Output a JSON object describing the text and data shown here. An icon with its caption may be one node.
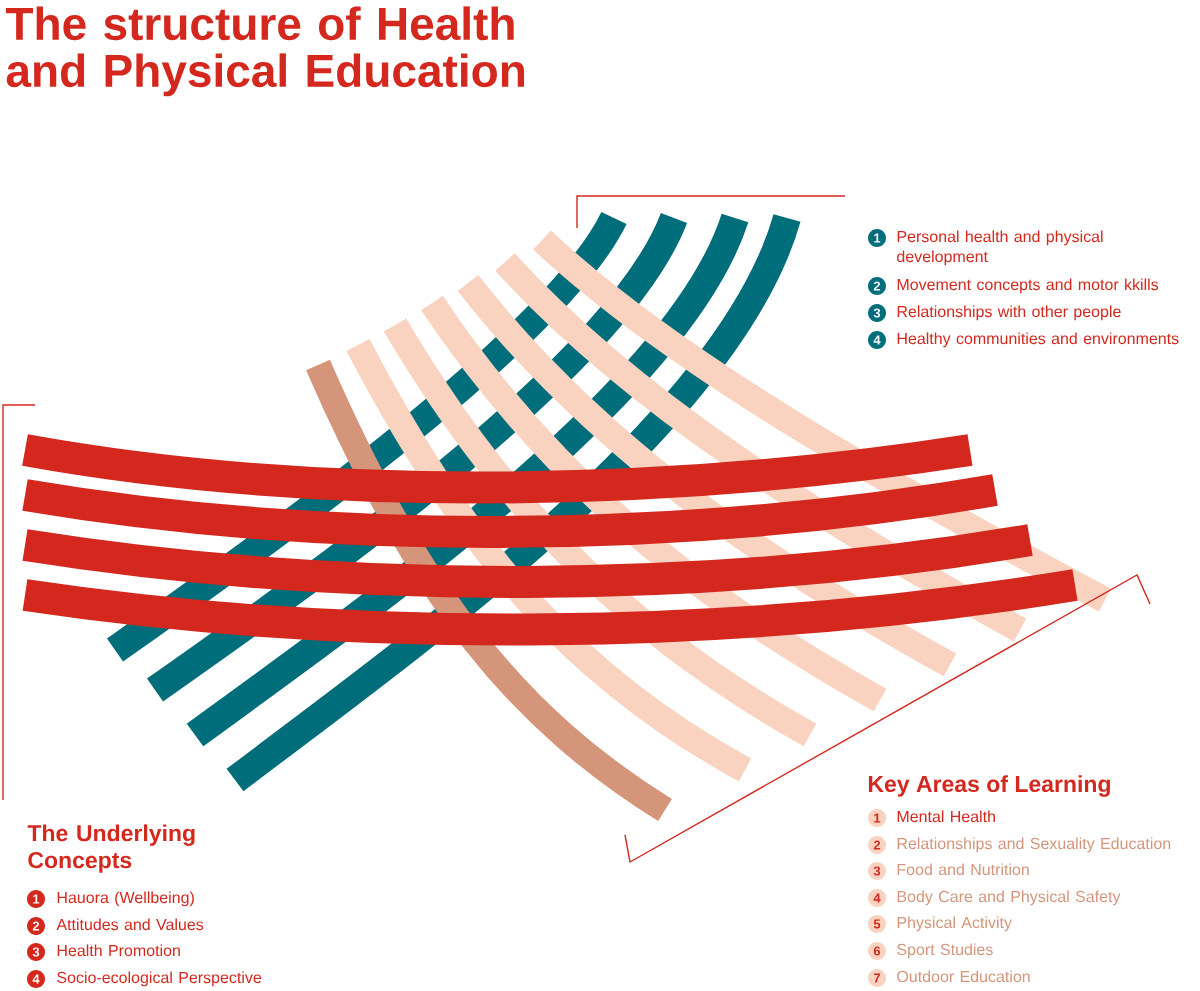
{
  "diagram": {
    "title": "The structure of Health and Physical Education",
    "labels": [
      "1",
      "Personal health and physical development",
      "2",
      "Movement concepts and motor kkills",
      "3",
      "Relationships with other people",
      "4",
      "Healthy communities and environments",
      "Key Areas of Learning",
      "1",
      "Mental Health",
      "2",
      "Relationships and Sexuality Education",
      "3",
      "Food and Nutrition",
      "4",
      "Body Care and Physical Safety",
      "5",
      "Physical Activity",
      "6",
      "Sport Studies",
      "7",
      "Outdoor Education",
      "The Underlying Concepts",
      "1",
      "Hauora (Wellbeing)",
      "2",
      "Attitudes and Values",
      "3",
      "Health Promotion",
      "4",
      "Socio-ecological Perspective"
    ]
  }
}
